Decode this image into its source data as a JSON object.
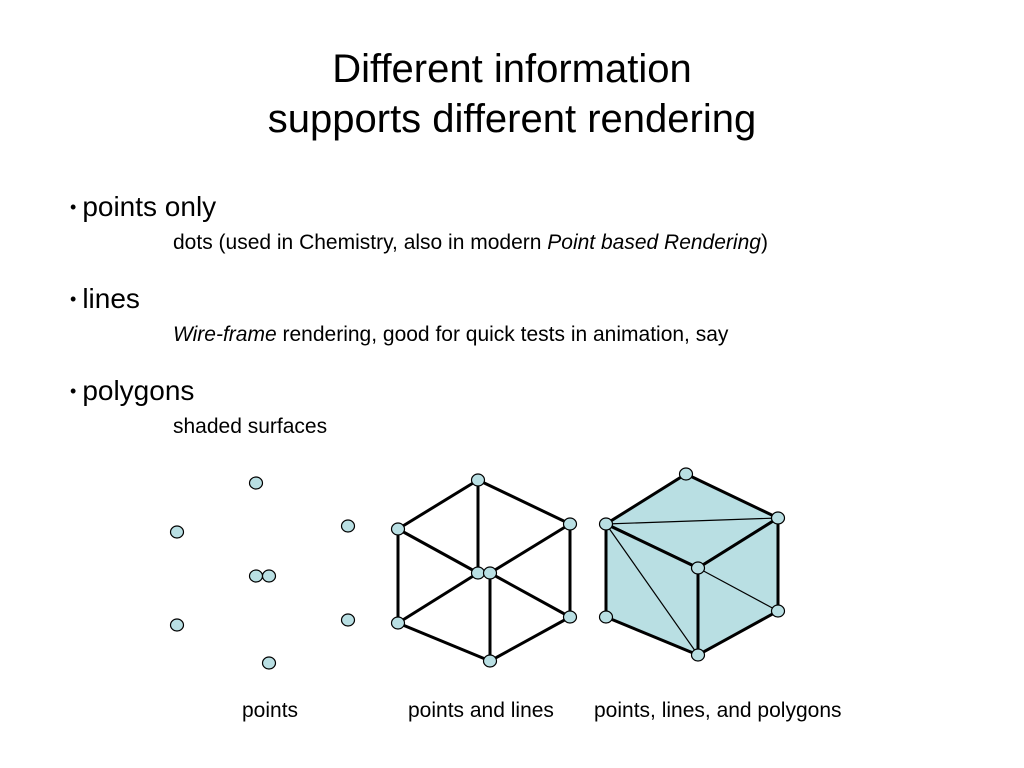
{
  "title": {
    "line1": "Different information",
    "line2": "supports different rendering"
  },
  "bullets": [
    {
      "marker": "•",
      "heading": "points only",
      "detail": {
        "text_before": "dots (used in Chemistry, also in modern ",
        "italic": "Point based Rendering",
        "text_after": ")"
      }
    },
    {
      "marker": "•",
      "heading": "lines",
      "detail": {
        "italic": "Wire-frame",
        "text_after": " rendering, good for quick tests in animation, say"
      }
    },
    {
      "marker": "•",
      "heading": "polygons",
      "detail": {
        "text": "shaded surfaces"
      }
    }
  ],
  "figure": {
    "captions": {
      "points": "points",
      "points_and_lines": "points and lines",
      "points_lines_polygons": "points, lines, and polygons"
    },
    "colors": {
      "vertex_fill": "#b9dfe3",
      "polygon_fill": "#b9dfe3",
      "stroke": "#000000"
    }
  }
}
